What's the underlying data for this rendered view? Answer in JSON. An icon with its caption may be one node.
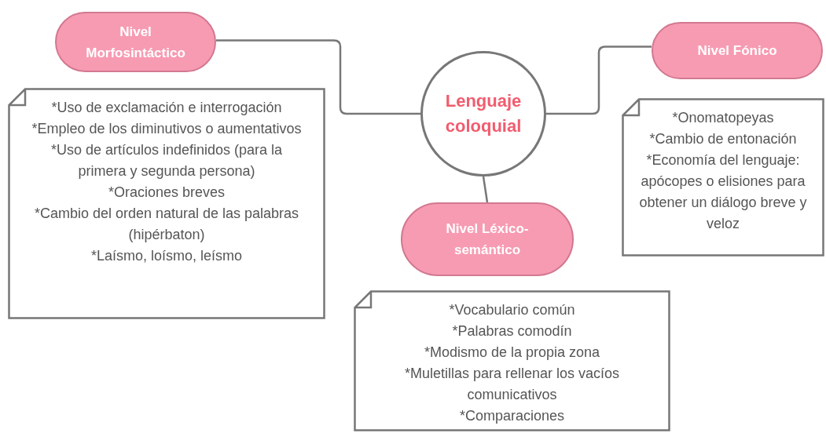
{
  "diagram": {
    "nodes": [
      {
        "text": [
          "Lenguaje coloquial"
        ]
      },
      {
        "text": [
          "Nivel Morfosintáctico"
        ]
      },
      {
        "text": [
          "*Uso de exclamación e interrogación",
          "*Empleo de los diminutivos o aumentativos",
          "*Uso de artículos indefinidos (para la primera y segunda persona)",
          "*Oraciones breves",
          "*Cambio del orden  natural de las palabras (hipérbaton)",
          "*Laísmo, loísmo, leísmo"
        ]
      },
      {
        "text": [
          "Nivel Fónico"
        ]
      },
      {
        "text": [
          "*Onomatopeyas",
          "*Cambio de entonación",
          "*Economía del lenguaje: apócopes o elisiones para obtener un diálogo breve y veloz"
        ]
      },
      {
        "text": [
          "Nivel Léxico-semántico"
        ]
      },
      {
        "text": [
          "*Vocabulario común",
          "*Palabras comodín",
          "*Modismo  de la propia zona",
          "*Muletillas para rellenar los vacíos comunicativos",
          "*Comparaciones"
        ]
      }
    ],
    "edges": [
      {
        "from": 0,
        "to": 1,
        "arrow": "none"
      },
      {
        "from": 0,
        "to": 3,
        "arrow": "none"
      },
      {
        "from": 0,
        "to": 5,
        "arrow": "none"
      }
    ]
  }
}
